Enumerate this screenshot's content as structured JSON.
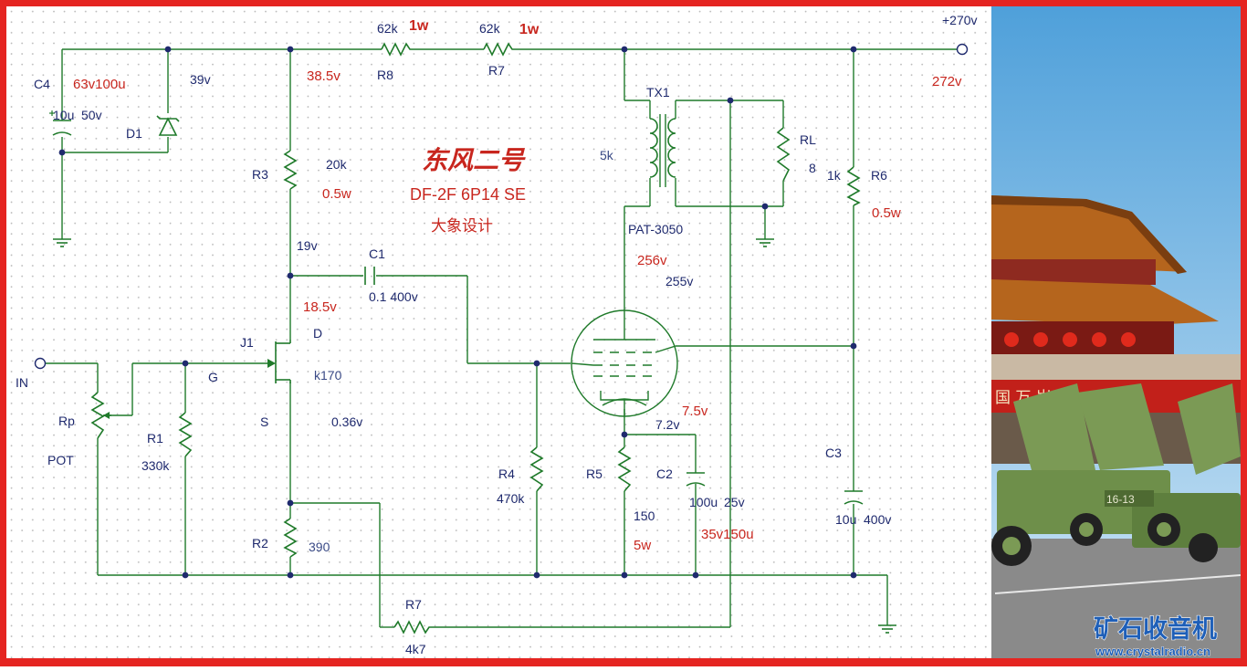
{
  "colors": {
    "border": "#e52521",
    "wire": "#1f7a2a",
    "label": "#1f2a6e",
    "voltage": "#c8261e"
  },
  "title": {
    "logo": "东风二号",
    "model": "DF-2F 6P14 SE",
    "designer": "大象设计"
  },
  "labels": {
    "r8_val": "62k",
    "r8_pow": "1w",
    "r8": "R8",
    "r7a_val": "62k",
    "r7a_pow": "1w",
    "r7a": "R7",
    "supply": "+270v",
    "supply_meas": "272v",
    "c4": "C4",
    "c4_meas": "63v100u",
    "c4_val": "10u",
    "c4_volt": "50v",
    "d1": "D1",
    "d1_v": "39v",
    "node_a": "38.5v",
    "r3": "R3",
    "r3_val": "20k",
    "r3_pow": "0.5w",
    "node_b": "19v",
    "node_c": "18.5v",
    "c1": "C1",
    "c1_val": "0.1 400v",
    "j1": "J1",
    "j1_d": "D",
    "j1_g": "G",
    "j1_s": "S",
    "j1_type": "k170",
    "j1_vs": "0.36v",
    "in": "IN",
    "rp": "Rp",
    "pot": "POT",
    "r1": "R1",
    "r1_val": "330k",
    "r2": "R2",
    "r2_val": "390",
    "r7b": "R7",
    "r7b_val": "4k7",
    "r4": "R4",
    "r4_val": "470k",
    "r5": "R5",
    "r5_val": "150",
    "r5_pow": "5w",
    "c2": "C2",
    "c2_val": "100u",
    "c2_volt": "25v",
    "c2_meas": "35v150u",
    "cath_meas": "7.5v",
    "cath": "7.2v",
    "tx1": "TX1",
    "tx_imp": "5k",
    "tx_model": "PAT-3050",
    "rl": "RL",
    "rl_val": "8",
    "plate_meas": "256v",
    "plate": "255v",
    "r6": "R6",
    "r6_val": "1k",
    "r6_pow": "0.5w",
    "c3": "C3",
    "c3_val": "10u",
    "c3_volt": "400v"
  },
  "photo": {
    "banner": "国 万 岁",
    "truck_no": "16-13",
    "watermark_cn": "矿石收音机",
    "watermark_url": "www.crystalradio.cn"
  }
}
